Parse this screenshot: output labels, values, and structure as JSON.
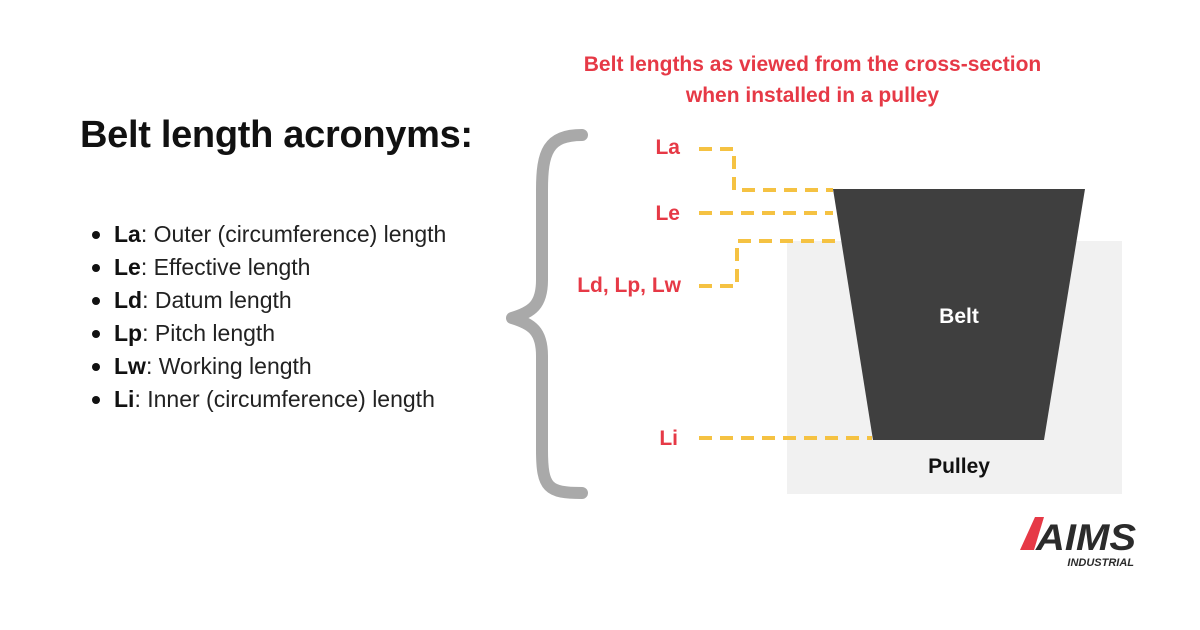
{
  "title": "Belt length acronyms:",
  "acronyms": [
    {
      "code": "La",
      "desc": ": Outer (circumference) length"
    },
    {
      "code": "Le",
      "desc": ": Effective length"
    },
    {
      "code": "Ld",
      "desc": ": Datum length"
    },
    {
      "code": "Lp",
      "desc": ": Pitch length"
    },
    {
      "code": "Lw",
      "desc": ": Working length"
    },
    {
      "code": "Li",
      "desc": ": Inner (circumference) length"
    }
  ],
  "diagram": {
    "heading_line1": "Belt lengths as viewed from the cross-section",
    "heading_line2": "when installed in a pulley",
    "labels": {
      "la": "La",
      "le": "Le",
      "ld": "Ld, Lp, Lw",
      "li": "Li"
    },
    "belt_label": "Belt",
    "pulley_label": "Pulley"
  },
  "logo": {
    "name": "AIMS",
    "sub": "INDUSTRIAL"
  },
  "colors": {
    "accent": "#e63946",
    "dash": "#f5c242",
    "belt": "#3f3f3f",
    "pulley": "#f1f1f1",
    "brace": "#a9a9a9"
  }
}
